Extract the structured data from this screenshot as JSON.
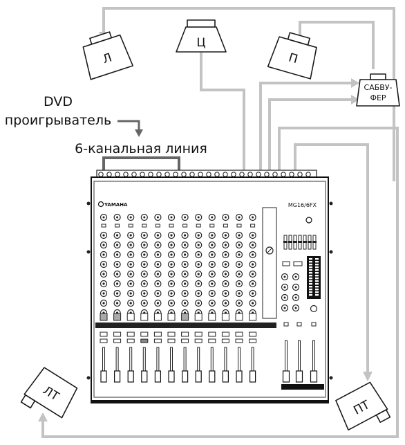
{
  "source_label_line1": "DVD",
  "source_label_line2": "проигрыватель",
  "line_label": "6-канальная линия",
  "mixer": {
    "brand": "YAMAHA",
    "model": "MG16/6FX"
  },
  "speakers": {
    "left": "Л",
    "center": "Ц",
    "right": "П",
    "subwoofer_line1": "САБВУ-",
    "subwoofer_line2": "ФЕР",
    "rear_left": "ЛТ",
    "rear_right": "ПТ"
  },
  "colors": {
    "wire": "#c3c3c3",
    "outline": "#1a1a1a",
    "arrow_dark": "#666666"
  }
}
